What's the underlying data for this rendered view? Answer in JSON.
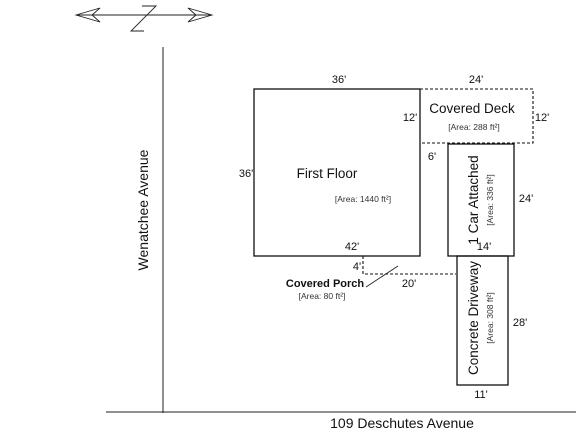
{
  "streets": {
    "west": "Wenatchee Avenue",
    "south": "109 Deschutes Avenue"
  },
  "compass": {
    "icon": "north-arrow-icon",
    "letter": "N"
  },
  "first_floor": {
    "title": "First Floor",
    "area": "[Area: 1440 ft²]",
    "dim_top": "36'",
    "dim_left": "36'",
    "dim_bottom": "42'",
    "dim_right_notch": "6'"
  },
  "covered_deck": {
    "title": "Covered  Deck",
    "area": "[Area: 288 ft²]",
    "dim_top": "24'",
    "dim_left": "12'",
    "dim_right": "12'"
  },
  "garage": {
    "title": "1 Car Attached",
    "area": "[Area: 336 ft²]",
    "dim_right": "24'",
    "dim_bottom": "14'"
  },
  "covered_porch": {
    "title": "Covered Porch",
    "area": "[Area: 80 ft²]",
    "dim_left": "4'",
    "dim_bottom": "20'"
  },
  "driveway": {
    "title": "Concrete Driveway",
    "area": "[Area: 308 ft²]",
    "dim_right": "28'",
    "dim_bottom": "11'"
  }
}
